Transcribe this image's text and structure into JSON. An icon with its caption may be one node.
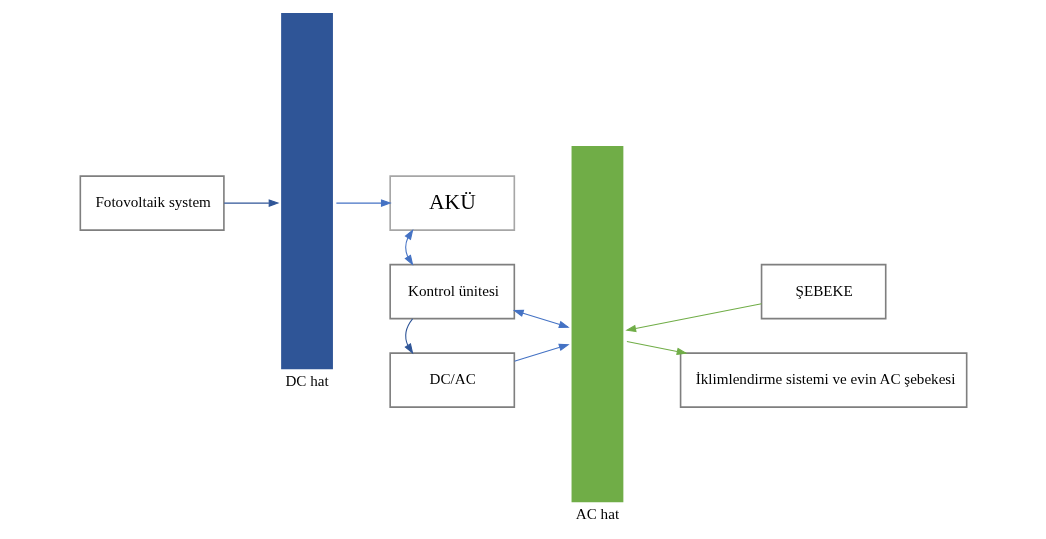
{
  "diagram": {
    "nodes": [
      {
        "text": [
          "Fotovoltaik system"
        ]
      },
      {
        "text": [
          "DC hat"
        ]
      },
      {
        "text": [
          "AKÜ"
        ]
      },
      {
        "text": [
          "Kontrol ünitesi"
        ]
      },
      {
        "text": [
          "DC/AC"
        ]
      },
      {
        "text": [
          "AC hat"
        ]
      },
      {
        "text": [
          "ŞEBEKE"
        ]
      },
      {
        "text": [
          "İklimlendirme sistemi ve evin AC şebekesi"
        ]
      }
    ],
    "edges": [
      {
        "from": 0,
        "to": 1,
        "arrow": "to",
        "color": "#2f5597"
      },
      {
        "from": 1,
        "to": 2,
        "arrow": "to"
      },
      {
        "from": 2,
        "to": 3,
        "arrow": "both"
      },
      {
        "from": 3,
        "to": 5,
        "arrow": "both"
      },
      {
        "from": 3,
        "to": 4,
        "arrow": "to",
        "color": "#2f5597"
      },
      {
        "from": 4,
        "to": 5,
        "arrow": "to"
      },
      {
        "from": 6,
        "to": 5,
        "arrow": "to",
        "color": "#70ad47"
      },
      {
        "from": 5,
        "to": 7,
        "arrow": "to",
        "color": "#70ad47"
      }
    ]
  }
}
